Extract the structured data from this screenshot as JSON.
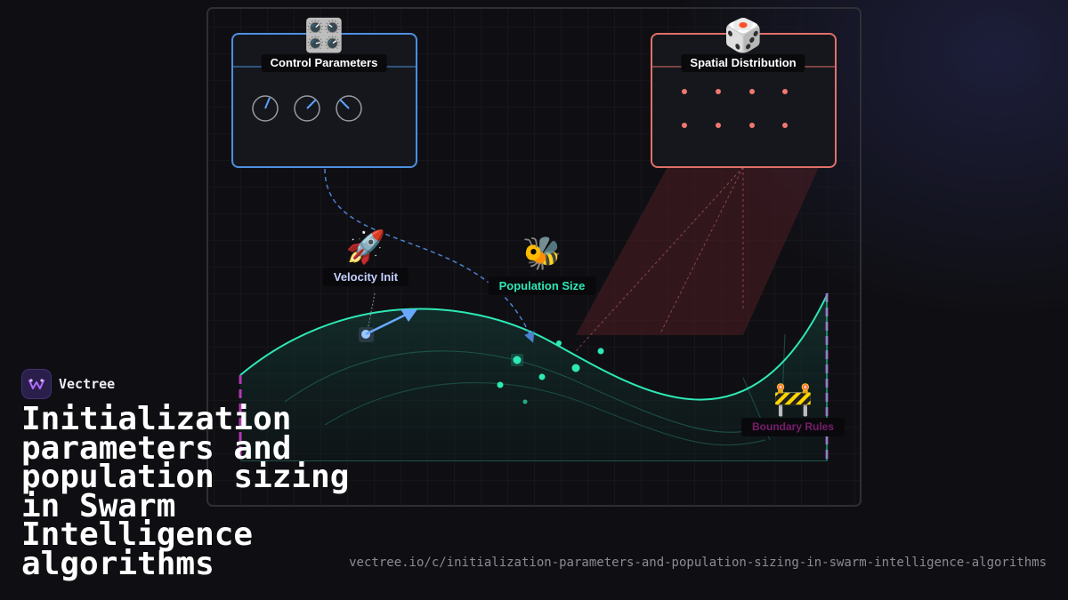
{
  "brand": {
    "name": "Vectree",
    "logo_icon": "waveform-icon",
    "accent": "#b06cff"
  },
  "title": "Initialization parameters and population sizing in Swarm Intelligence algorithms",
  "url": "vectree.io/c/initialization-parameters-and-population-sizing-in-swarm-intelligence-algorithms",
  "diagram": {
    "control_panel": {
      "label": "Control Parameters",
      "icon": "control-knobs-icon",
      "emoji": "🎛️",
      "color": "#4d8fe0"
    },
    "spatial_panel": {
      "label": "Spatial Distribution",
      "icon": "dice-icon",
      "emoji": "🎲",
      "color": "#e0706a"
    },
    "velocity": {
      "label": "Velocity Init",
      "icon": "rocket-icon",
      "emoji": "🚀",
      "color": "#c4d0ff"
    },
    "population": {
      "label": "Population Size",
      "icon": "bee-icon",
      "emoji": "🐝",
      "color": "#2ee8b6"
    },
    "boundary": {
      "label": "Boundary Rules",
      "icon": "barrier-icon",
      "emoji": "🚧",
      "color": "#7a1d6e"
    },
    "colors": {
      "curve": "#2ee8b6",
      "boundary_wall": "#d43cd0",
      "dots": "#f07870",
      "arrow": "#6aa8ff"
    }
  }
}
